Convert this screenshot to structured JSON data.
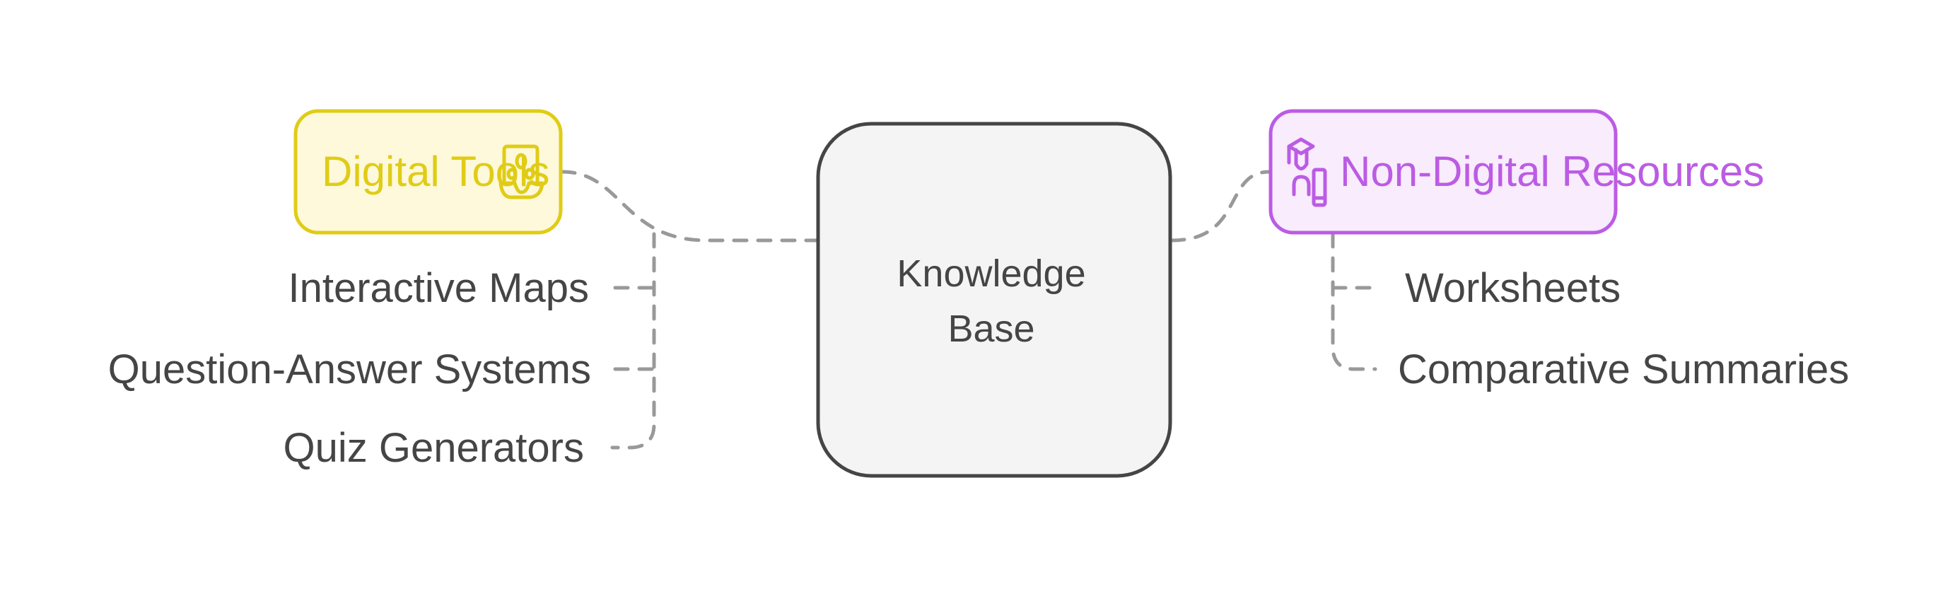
{
  "center": {
    "line1": "Knowledge",
    "line2": "Base"
  },
  "branches": [
    {
      "title": "Digital Tools",
      "icon": "laptop-network-icon",
      "color": "#e0cc16",
      "fill": "#fef9db",
      "items": [
        "Interactive Maps",
        "Question-Answer Systems",
        "Quiz Generators"
      ]
    },
    {
      "title": "Non-Digital Resources",
      "icon": "student-phone-icon",
      "color": "#bb5ce4",
      "fill": "#f9ecfd",
      "items": [
        "Worksheets",
        "Comparative Summaries"
      ]
    }
  ]
}
